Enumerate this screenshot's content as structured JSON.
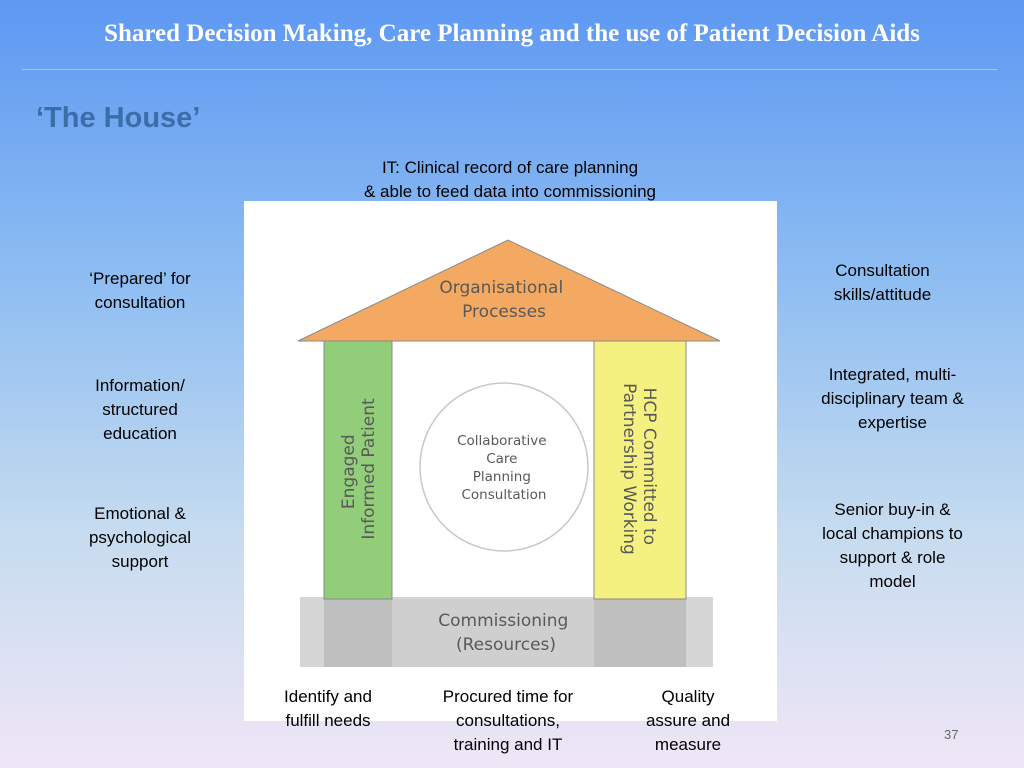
{
  "header": {
    "title": "Shared Decision Making, Care Planning and the use of Patient Decision Aids",
    "subtitle": "‘The House’"
  },
  "top_note": {
    "line1": "IT: Clinical record of care planning",
    "line2": "& able to feed data into commissioning"
  },
  "left_items": [
    {
      "lines": [
        "‘Prepared’ for",
        "consultation"
      ]
    },
    {
      "lines": [
        "Information/",
        "structured",
        "education"
      ]
    },
    {
      "lines": [
        "Emotional &",
        "psychological",
        "support"
      ]
    }
  ],
  "right_items": [
    {
      "lines": [
        "Consultation",
        "skills/attitude"
      ]
    },
    {
      "lines": [
        "Integrated, multi-",
        "disciplinary team &",
        "expertise"
      ]
    },
    {
      "lines": [
        "Senior buy-in &",
        "local champions to",
        "support & role",
        "model"
      ]
    }
  ],
  "bottom_items": [
    {
      "lines": [
        "Identify and",
        "fulfill needs"
      ]
    },
    {
      "lines": [
        "Procured time for",
        "consultations,",
        "training and IT"
      ]
    },
    {
      "lines": [
        "Quality",
        "assure and",
        "measure"
      ]
    }
  ],
  "house": {
    "roof": [
      "Organisational",
      "Processes"
    ],
    "left_pillar": [
      "Engaged",
      "Informed Patient"
    ],
    "right_pillar": [
      "HCP Committed to",
      "Partnership Working"
    ],
    "center": [
      "Collaborative",
      "Care",
      "Planning",
      "Consultation"
    ],
    "base": [
      "Commissioning",
      "(Resources)"
    ],
    "colors": {
      "roof": "#f4a962",
      "left_pillar": "#92cd7a",
      "right_pillar": "#f5f180",
      "base": "#d6d6d6",
      "base_dark": "#bfbfbf",
      "text": "#595959"
    }
  },
  "page_number": "37"
}
